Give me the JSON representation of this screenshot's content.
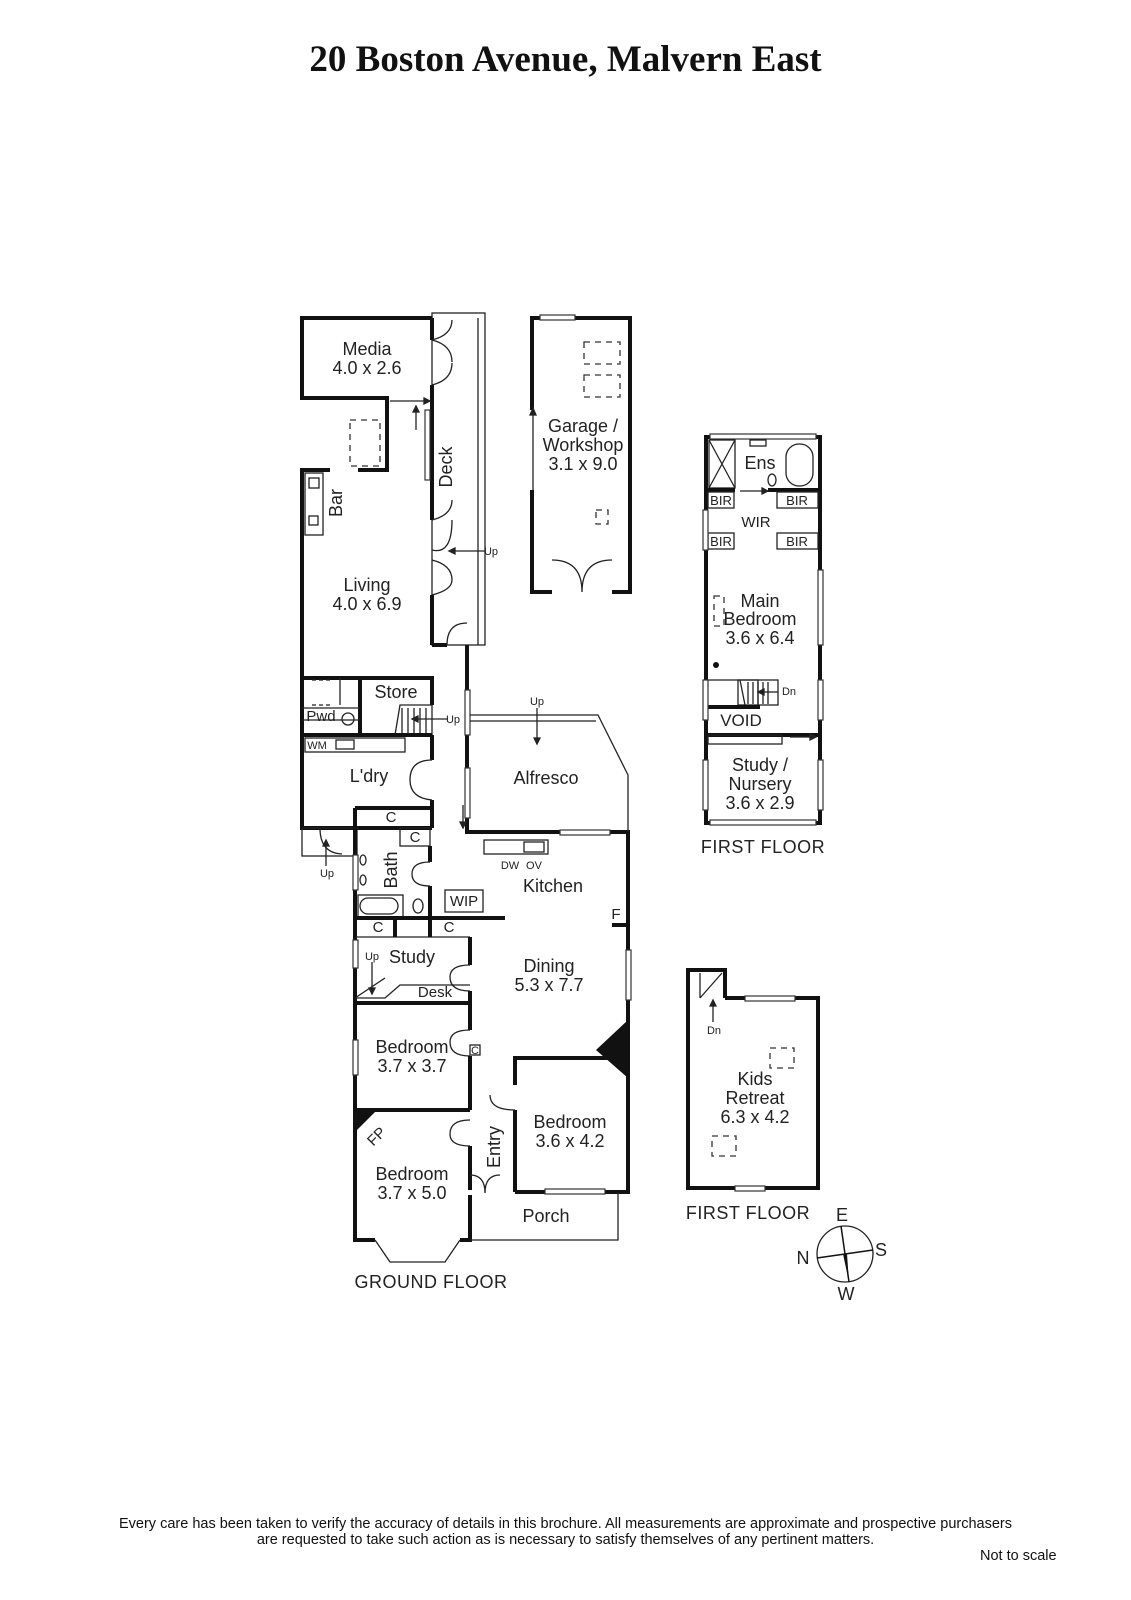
{
  "title": "20 Boston Avenue, Malvern East",
  "ground_floor": {
    "label": "GROUND FLOOR",
    "rooms": {
      "media": {
        "name": "Media",
        "size": "4.0 x 2.6"
      },
      "garage": {
        "name_line1": "Garage /",
        "name_line2": "Workshop",
        "size": "3.1 x 9.0"
      },
      "deck": {
        "name": "Deck"
      },
      "bar": {
        "name": "Bar"
      },
      "living": {
        "name": "Living",
        "size": "4.0 x 6.9"
      },
      "store": {
        "name": "Store"
      },
      "pwd": {
        "name": "Pwd"
      },
      "wm": {
        "name": "WM"
      },
      "laundry": {
        "name": "L'dry"
      },
      "alfresco": {
        "name": "Alfresco"
      },
      "bath": {
        "name": "Bath"
      },
      "wip": {
        "name": "WIP"
      },
      "kitchen": {
        "name": "Kitchen"
      },
      "dw": {
        "name": "DW"
      },
      "ov": {
        "name": "OV"
      },
      "fridge": {
        "name": "F"
      },
      "study": {
        "name": "Study"
      },
      "desk": {
        "name": "Desk"
      },
      "dining": {
        "name": "Dining",
        "size": "5.3 x 7.7"
      },
      "bedroom1": {
        "name": "Bedroom",
        "size": "3.7 x 3.7"
      },
      "bedroom2": {
        "name": "Bedroom",
        "size": "3.6 x 4.2"
      },
      "bedroom3": {
        "name": "Bedroom",
        "size": "3.7 x 5.0"
      },
      "entry": {
        "name": "Entry"
      },
      "porch": {
        "name": "Porch"
      },
      "fireplace": {
        "name": "FP"
      },
      "cupboard": {
        "name": "C"
      }
    },
    "stair_labels": {
      "up": "Up"
    }
  },
  "first_floor": {
    "label": "FIRST FLOOR",
    "rooms": {
      "ensuite": {
        "name": "Ens"
      },
      "bir": {
        "name": "BIR"
      },
      "wir": {
        "name": "WIR"
      },
      "main_bedroom": {
        "name_line1": "Main",
        "name_line2": "Bedroom",
        "size": "3.6 x 6.4"
      },
      "void": {
        "name": "VOID"
      },
      "study_nursery": {
        "name_line1": "Study /",
        "name_line2": "Nursery",
        "size": "3.6 x 2.9"
      },
      "dn": "Dn"
    }
  },
  "first_floor_retreat": {
    "label": "FIRST FLOOR",
    "rooms": {
      "kids_retreat": {
        "name_line1": "Kids",
        "name_line2": "Retreat",
        "size": "6.3 x 4.2"
      },
      "dn": "Dn"
    }
  },
  "compass": {
    "n": "N",
    "e": "E",
    "s": "S",
    "w": "W"
  },
  "footer": {
    "disclaimer_line1": "Every care has been taken to verify the accuracy of details in this brochure.  All measurements are approximate and prospective purchasers",
    "disclaimer_line2": "are requested to take such action as is necessary to satisfy themselves of any pertinent matters.",
    "not_to_scale": "Not to scale"
  }
}
